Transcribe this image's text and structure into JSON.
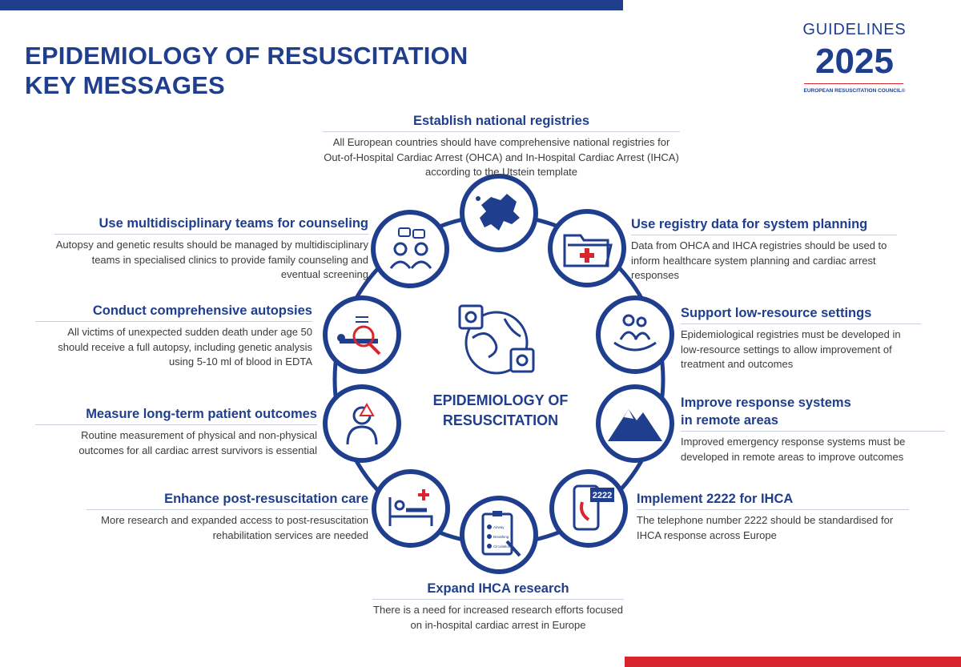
{
  "header": {
    "title_line1": "EPIDEMIOLOGY OF RESUSCITATION",
    "title_line2": "KEY MESSAGES"
  },
  "logo": {
    "word": "GUIDELINES",
    "year": "2025",
    "org": "EUROPEAN RESUSCITATION COUNCIL©"
  },
  "center": {
    "label_line1": "EPIDEMIOLOGY OF",
    "label_line2": "RESUSCITATION",
    "icon": "globe-gears-icon"
  },
  "messages": {
    "registries": {
      "heading": "Establish national registries",
      "body": "All European countries should have comprehensive national registries for Out-of-Hospital Cardiac Arrest (OHCA) and In-Hospital Cardiac Arrest (IHCA) according to the Utstein template",
      "icon": "europe-map-icon"
    },
    "system_planning": {
      "heading": "Use registry data for system planning",
      "body": "Data from OHCA and IHCA registries should be used to inform healthcare system planning and cardiac arrest responses",
      "icon": "medical-folder-icon"
    },
    "low_resource": {
      "heading": "Support low-resource settings",
      "body": "Epidemiological registries must be developed in low-resource settings to allow improvement of treatment and outcomes",
      "icon": "supported-family-icon"
    },
    "remote": {
      "heading_line1": "Improve response systems",
      "heading_line2": "in remote areas",
      "body": "Improved emergency response systems must be developed in remote areas to improve outcomes",
      "icon": "mountain-icon"
    },
    "ihca_2222": {
      "heading": "Implement 2222 for IHCA",
      "body": "The telephone number 2222 should be standardised for IHCA response across Europe",
      "icon": "phone-2222-icon",
      "badge": "2222"
    },
    "ihca_research": {
      "heading": "Expand IHCA research",
      "body": "There is a need for increased research efforts focused on in-hospital cardiac arrest in Europe",
      "icon": "clipboard-checklist-icon",
      "checklist": [
        "Airway",
        "Breathing",
        "Circulation"
      ]
    },
    "post_resus": {
      "heading": "Enhance post-resuscitation care",
      "body": "More research and expanded access to post-resuscitation rehabilitation services are needed",
      "icon": "hospital-bed-icon"
    },
    "long_term": {
      "heading": "Measure long-term patient outcomes",
      "body": "Routine measurement of physical and non-physical outcomes for all cardiac arrest survivors is essential",
      "icon": "patient-warning-icon"
    },
    "autopsies": {
      "heading": "Conduct comprehensive autopsies",
      "body": "All victims of unexpected sudden death under age 50 should receive a full autopsy, including genetic analysis using 5-10 ml of blood in EDTA",
      "icon": "autopsy-magnifier-icon"
    },
    "counseling": {
      "heading": "Use multidisciplinary teams for counseling",
      "body": "Autopsy and genetic results should be managed by multidisciplinary teams in specialised clinics to provide family counseling and eventual screening",
      "icon": "team-discussion-icon"
    }
  },
  "colors": {
    "brand_blue": "#1f3e8d",
    "accent_red": "#d8262e",
    "text_gray": "#3b3b3b"
  }
}
